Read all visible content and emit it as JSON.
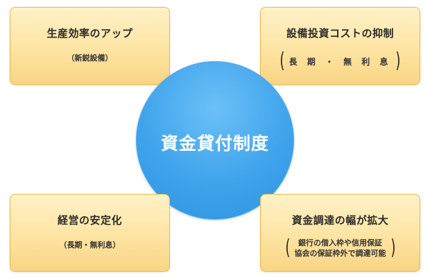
{
  "center": {
    "title": "資金貸付制度"
  },
  "cards": {
    "top_left": {
      "title": "生産効率のアップ",
      "subtitle": "（新鋭設備）"
    },
    "top_right": {
      "title": "設備投資コストの抑制",
      "paren_open": "(",
      "paren_text": "長 期 ・ 無 利 息",
      "paren_close": ")"
    },
    "bottom_left": {
      "title": "経営の安定化",
      "subtitle": "（長期・無利息）"
    },
    "bottom_right": {
      "title": "資金調達の幅が拡大",
      "paren_open": "(",
      "lines": [
        "銀行の借入枠や信用保証",
        "協会の保証枠外で調達可能"
      ],
      "paren_close": ")"
    }
  },
  "colors": {
    "card_border": "#e9b84c",
    "card_fill": "#fde4a2",
    "circle_fill": "#3fa4ec",
    "circle_text": "#ffffff"
  }
}
